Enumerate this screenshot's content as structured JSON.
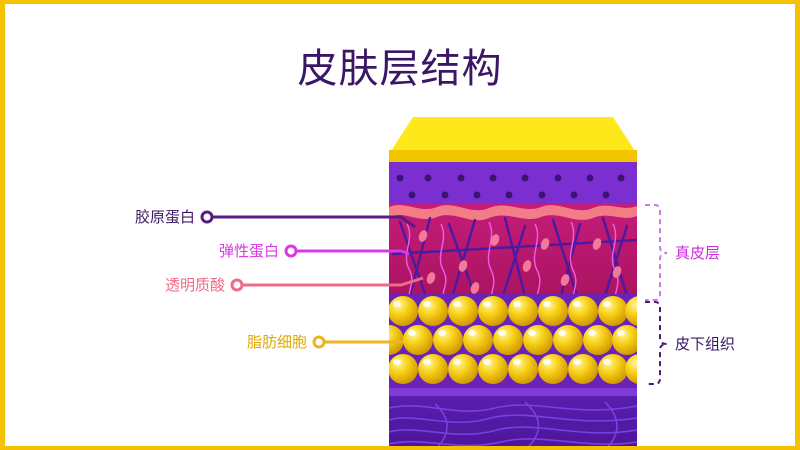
{
  "title": "皮肤层结构",
  "labels": {
    "collagen": "胶原蛋白",
    "elastin": "弹性蛋白",
    "hyaluronic": "透明质酸",
    "fat_cells": "脂肪细胞"
  },
  "layers": {
    "dermis": "真皮层",
    "subcutaneous": "皮下组织"
  },
  "colors": {
    "frame": "#f5c200",
    "title": "#3b1666",
    "collagen": "#5a1a86",
    "elastin": "#d838e6",
    "hyaluronic": "#ef6a84",
    "fat_cells": "#e8b620",
    "bracket": "#c77be0",
    "bracket_dark": "#4a1a76"
  }
}
